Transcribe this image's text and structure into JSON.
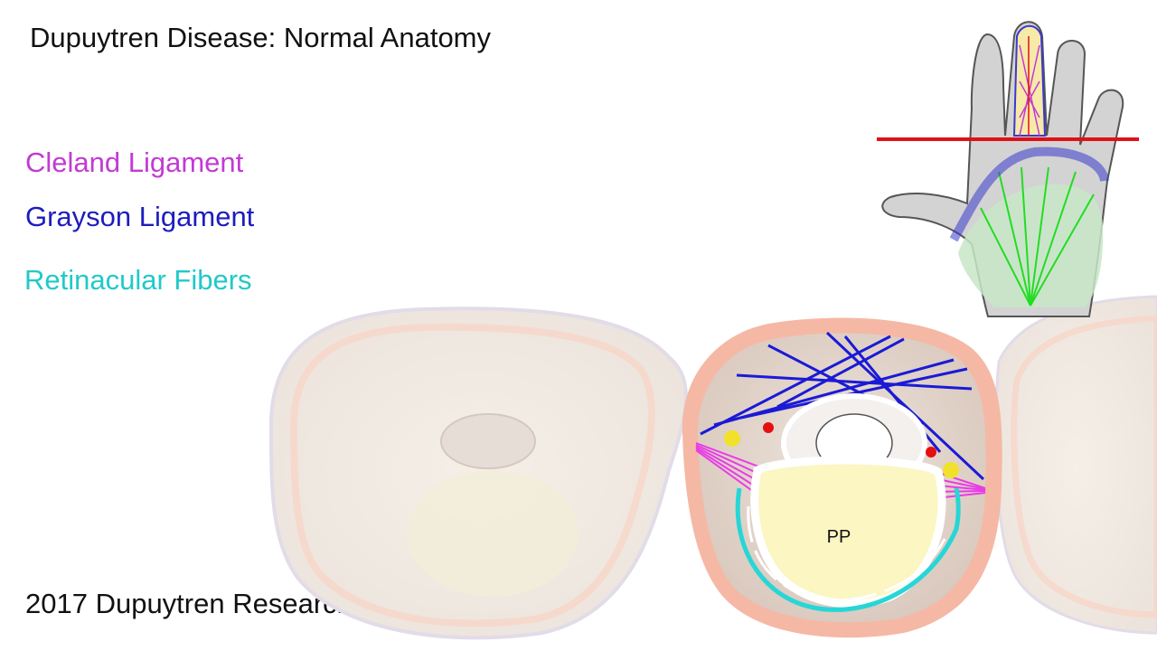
{
  "title": "Dupuytren Disease: Normal Anatomy",
  "legend": [
    {
      "label": "Cleland Ligament",
      "color": "#c23ad4"
    },
    {
      "label": "Grayson Ligament",
      "color": "#1d1dbd"
    },
    {
      "label": "Retinacular Fibers",
      "color": "#21c9c9"
    }
  ],
  "bone_label": "PP",
  "credit": "2017 Dupuytren Research Group",
  "colors": {
    "cleland": "#e83ce6",
    "grayson": "#1a1ad6",
    "retinacular": "#27d6d6",
    "section_line": "#e0101a",
    "artery": "#e60f0f",
    "nerve": "#f2e12a",
    "skin_rim": "#f5b8a5",
    "bone": "#fbf6c2"
  }
}
